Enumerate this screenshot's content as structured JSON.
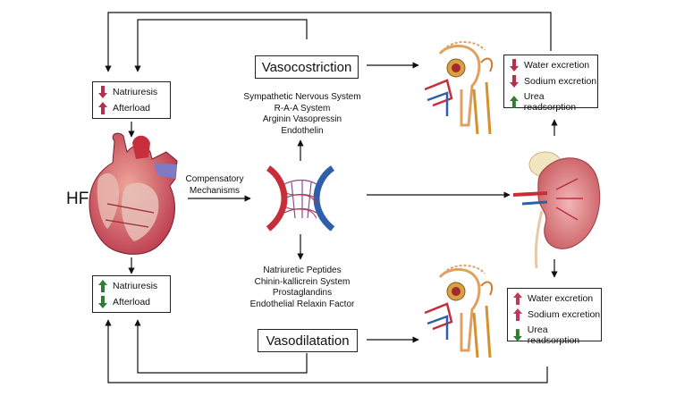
{
  "hf_label": "HF",
  "vasoconstriction": {
    "title": "Vasocostriction",
    "mediators": [
      "Sympathetic Nervous System",
      "R-A-A System",
      "Arginin Vasopressin",
      "Endothelin"
    ]
  },
  "vasodilatation": {
    "title": "Vasodilatation",
    "mediators": [
      "Natriuretic Peptides",
      "Chinin-kallicrein System",
      "Prostaglandins",
      "Endothelial Relaxin Factor"
    ]
  },
  "compensatory": [
    "Compensatory",
    "Mechanisms"
  ],
  "heart_box_top": [
    {
      "label": "Natriuresis",
      "direction": "down",
      "color": "#b5304a"
    },
    {
      "label": "Afterload",
      "direction": "up",
      "color": "#b5304a"
    }
  ],
  "heart_box_bottom": [
    {
      "label": "Natriuresis",
      "direction": "up",
      "color": "#2e7d32"
    },
    {
      "label": "Afterload",
      "direction": "down",
      "color": "#2e7d32"
    }
  ],
  "kidney_box_top": [
    {
      "label": "Water excretion",
      "direction": "down",
      "color": "#b5304a"
    },
    {
      "label": "Sodium excretion",
      "direction": "down",
      "color": "#b5304a"
    },
    {
      "label": "Urea readsorption",
      "direction": "up",
      "color": "#2e7d32"
    }
  ],
  "kidney_box_bottom": [
    {
      "label": "Water excretion",
      "direction": "up",
      "color": "#c0395a"
    },
    {
      "label": "Sodium excretion",
      "direction": "up",
      "color": "#c0395a"
    },
    {
      "label": "Urea readsorption",
      "direction": "down",
      "color": "#2e7d32"
    }
  ],
  "icons": [
    "heart-illustration",
    "capillary-network-icon",
    "nephron-icon",
    "kidney-icon",
    "arrow-up-icon",
    "arrow-down-icon"
  ]
}
